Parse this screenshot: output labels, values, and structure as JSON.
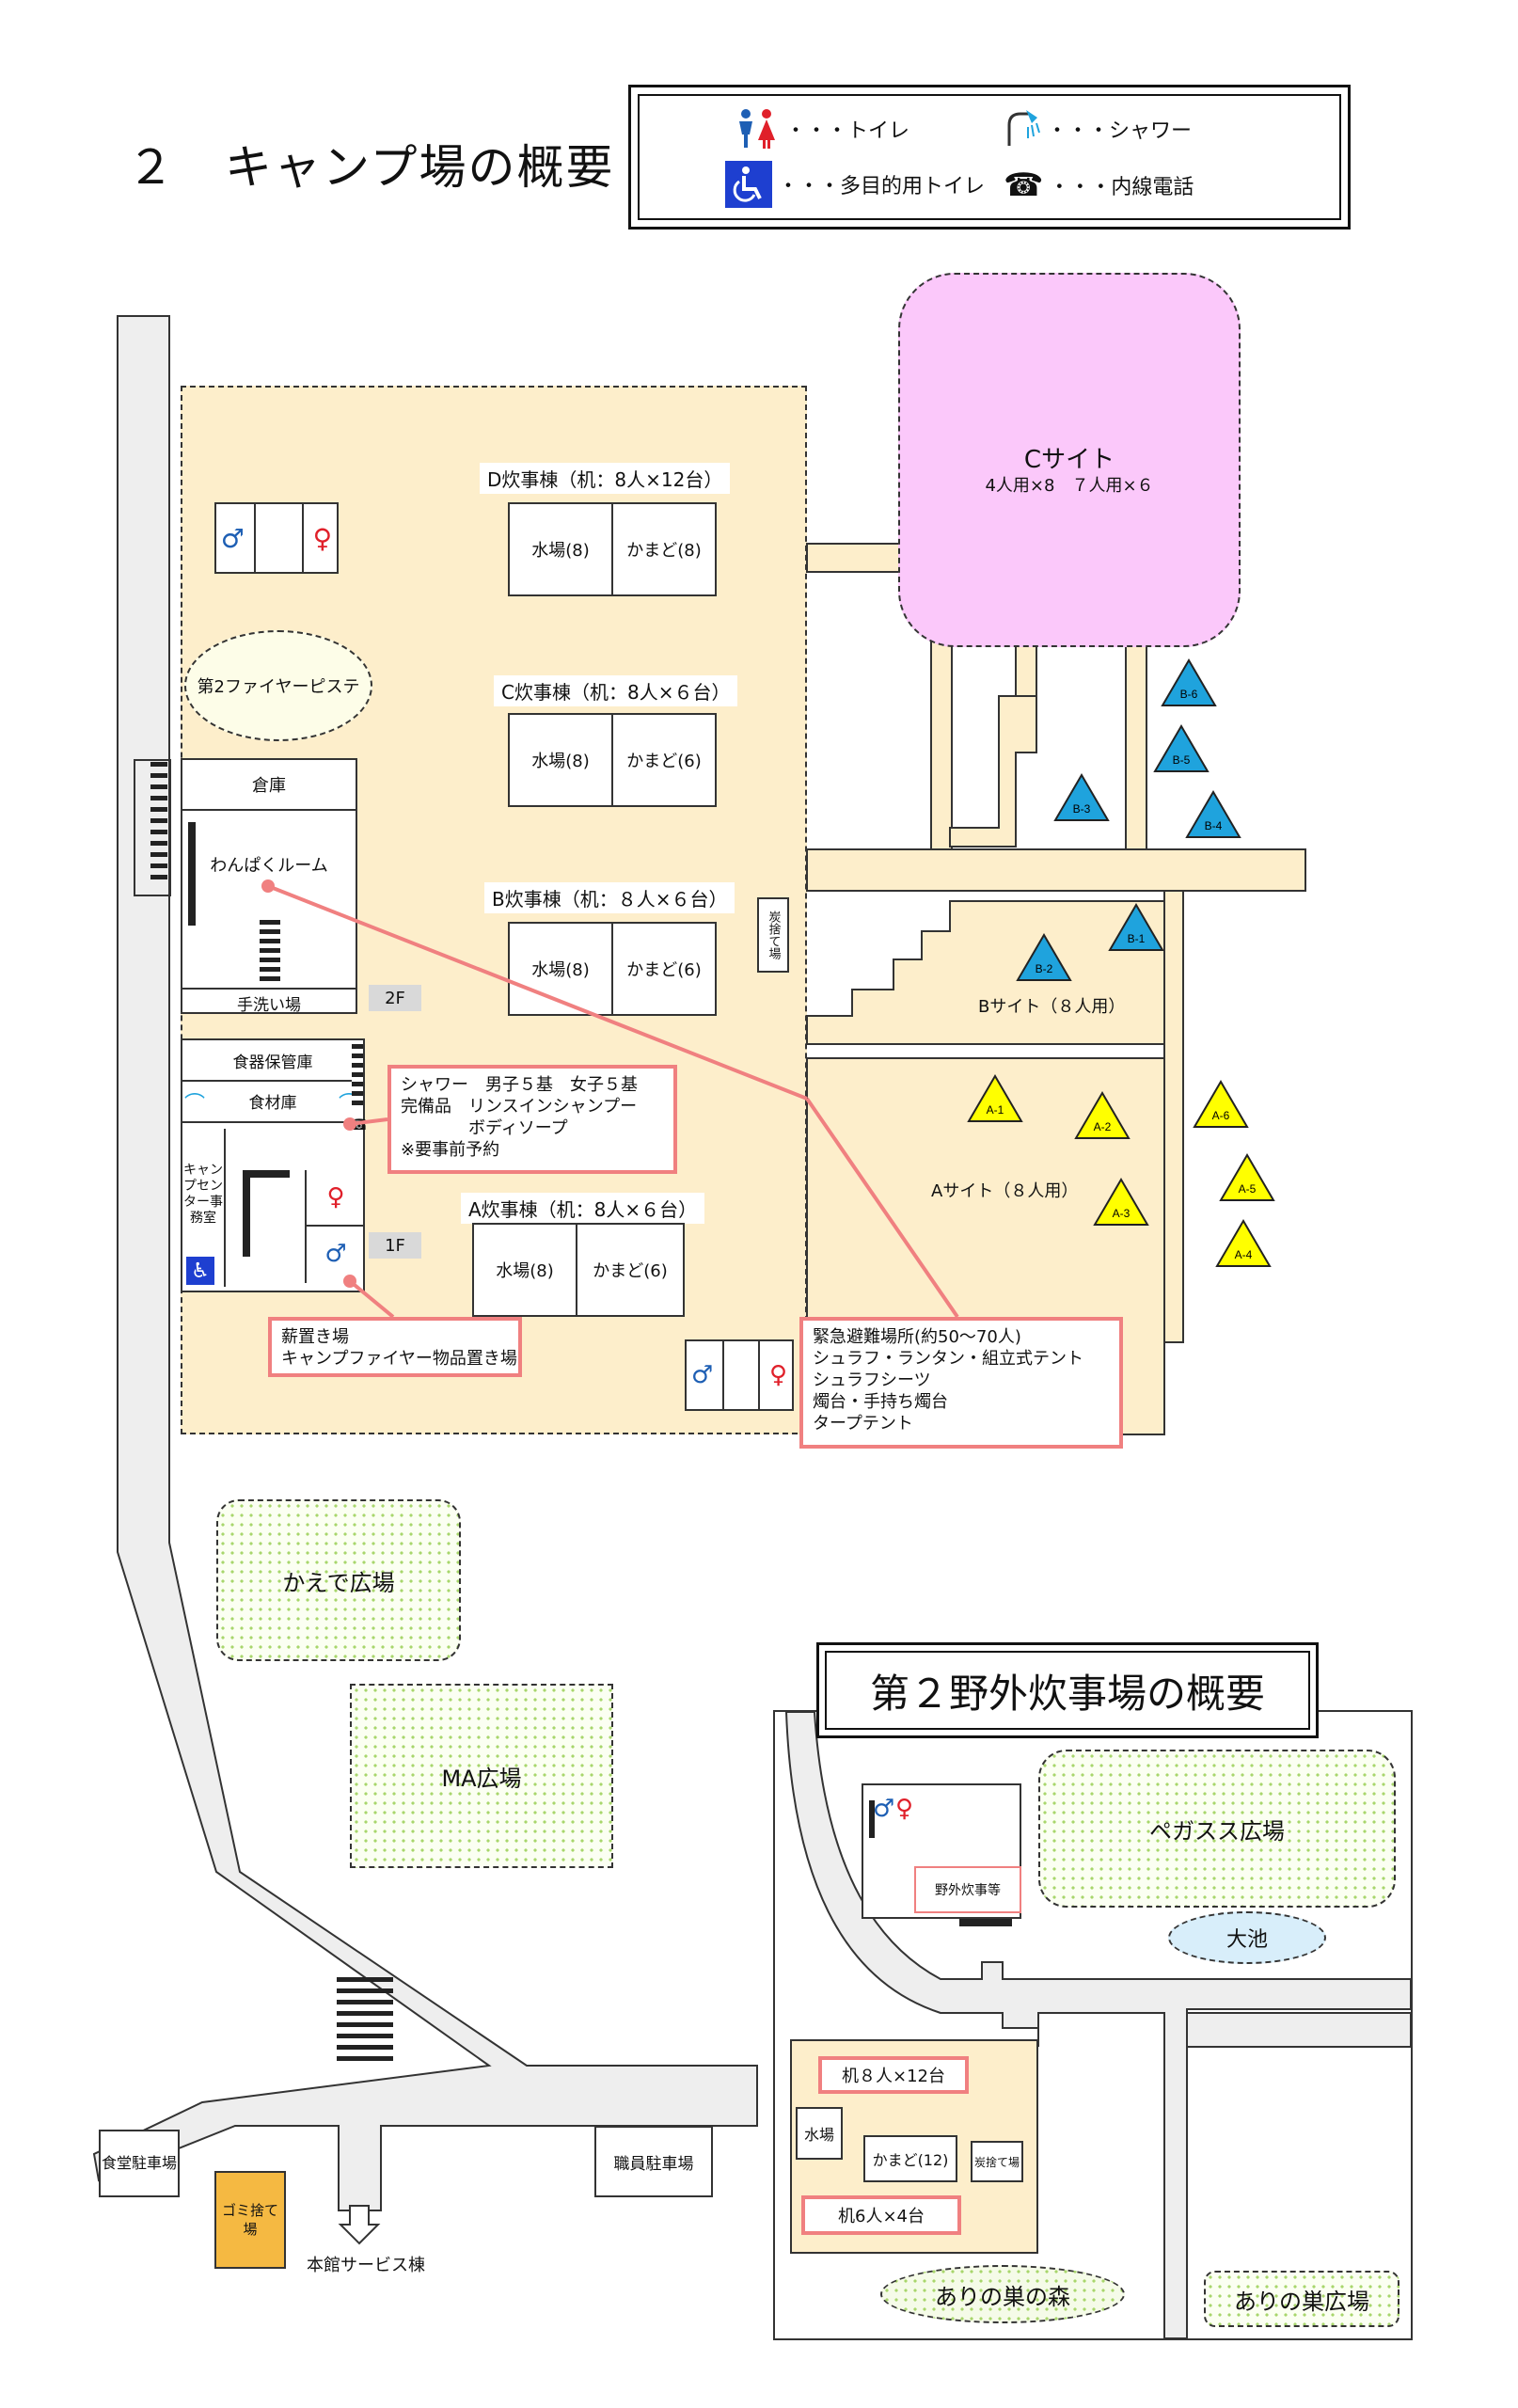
{
  "title": "２　キャンプ場の概要",
  "legend": {
    "toilet": "・・・トイレ",
    "shower": "・・・シャワー",
    "accessible_toilet": "・・・多目的用トイレ",
    "phone": "・・・内線電話"
  },
  "c_site": {
    "name": "Cサイト",
    "detail": "4人用×8　７人用×６"
  },
  "kitchens": {
    "d": {
      "label": "D炊事棟（机：8人×12台）",
      "water": "水場(8)",
      "stove": "かまど(8)"
    },
    "c": {
      "label": "C炊事棟（机：8人×６台）",
      "water": "水場(8)",
      "stove": "かまど(6)"
    },
    "b": {
      "label": "B炊事棟（机：８人×６台）",
      "water": "水場(8)",
      "stove": "かまど(6)"
    },
    "a": {
      "label": "A炊事棟（机：8人×６台）",
      "water": "水場(8)",
      "stove": "かまど(6)"
    }
  },
  "buildings": {
    "fire_stage_2": "第2ファイヤーピステ",
    "storage": "倉庫",
    "wanpaku_room": "わんぱくルーム",
    "handwash": "手洗い場",
    "floor_2f": "2F",
    "tableware_storage": "食器保管庫",
    "ingredients": "食材庫",
    "camp_center": "キャンプセンター事務室",
    "floor_1f": "1F",
    "charcoal": "炭捨て場"
  },
  "notes": {
    "shower": "シャワー　男子５基　女子５基\n完備品　リンスインシャンプー\n　　　　ボディソープ\n※要事前予約",
    "firewood": "薪置き場\nキャンプファイヤー物品置き場",
    "evacuation": "緊急避難場所(約50～70人)\nシュラフ・ランタン・組立式テント\nシュラフシーツ\n燭台・手持ち燭台\nタープテント"
  },
  "sites": {
    "b_site": "Bサイト（８人用）",
    "a_site": "Aサイト（８人用）",
    "b_tents": [
      "B-1",
      "B-2",
      "B-3",
      "B-4",
      "B-5",
      "B-6"
    ],
    "a_tents": [
      "A-1",
      "A-2",
      "A-3",
      "A-4",
      "A-5",
      "A-6"
    ]
  },
  "plazas": {
    "kaede": "かえで広場",
    "ma": "MA広場"
  },
  "bottom": {
    "dining_parking": "食堂駐車場",
    "garbage": "ゴミ捨て場",
    "main_service": "本館サービス棟",
    "staff_parking": "職員駐車場"
  },
  "second_site": {
    "title": "第２野外炊事場の概要",
    "kitchen": "野外炊事等",
    "pegasus": "ペガスス広場",
    "pond": "大池",
    "table_8": "机８人×12台",
    "water": "水場",
    "stove": "かまど(12)",
    "charcoal": "炭捨て場",
    "table_6": "机6人×4台",
    "ari_forest": "ありの巣の森",
    "ari_plaza": "ありの巣広場"
  },
  "colors": {
    "camp_area": "#fdeecb",
    "c_site": "#fbc8fa",
    "b_tent": "#1fa3dd",
    "a_tent": "#ffff00",
    "note_border": "#f08080",
    "male": "#1e5fb4",
    "female": "#e0202a",
    "accessible": "#1e3fd0",
    "garbage": "#f5b942"
  }
}
